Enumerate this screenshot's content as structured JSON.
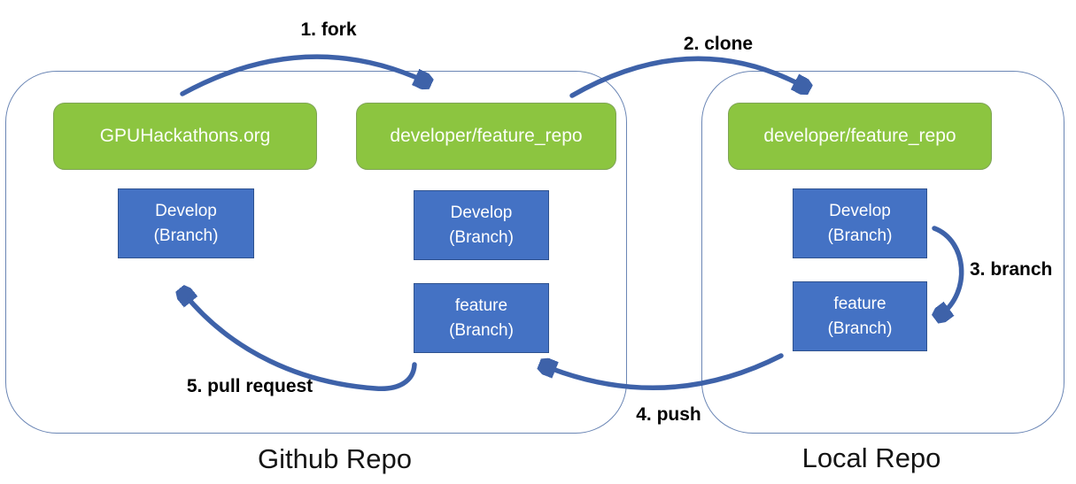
{
  "containers": {
    "github": {
      "label": "Github Repo"
    },
    "local": {
      "label": "Local Repo"
    }
  },
  "repo_boxes": {
    "upstream": {
      "label": "GPUHackathons.org"
    },
    "fork": {
      "label": "developer/feature_repo"
    },
    "local_clone": {
      "label": "developer/feature_repo"
    }
  },
  "branch_boxes": {
    "upstream_develop": {
      "line1": "Develop",
      "line2": "(Branch)"
    },
    "fork_develop": {
      "line1": "Develop",
      "line2": "(Branch)"
    },
    "fork_feature": {
      "line1": "feature",
      "line2": "(Branch)"
    },
    "local_develop": {
      "line1": "Develop",
      "line2": "(Branch)"
    },
    "local_feature": {
      "line1": "feature",
      "line2": "(Branch)"
    }
  },
  "arrows": {
    "fork": {
      "label": "1. fork"
    },
    "clone": {
      "label": "2. clone"
    },
    "branch": {
      "label": "3. branch"
    },
    "push": {
      "label": "4. push"
    },
    "pull_request": {
      "label": "5. pull request"
    }
  },
  "colors": {
    "repo_box_fill": "#8CC540",
    "repo_box_border": "#7FA457",
    "branch_box_fill": "#4472C4",
    "branch_box_border": "#2F528F",
    "arrow": "#3E62A9",
    "container_border": "#6B86B5",
    "box_text": "#FFFFFF",
    "label_text": "#000000"
  }
}
